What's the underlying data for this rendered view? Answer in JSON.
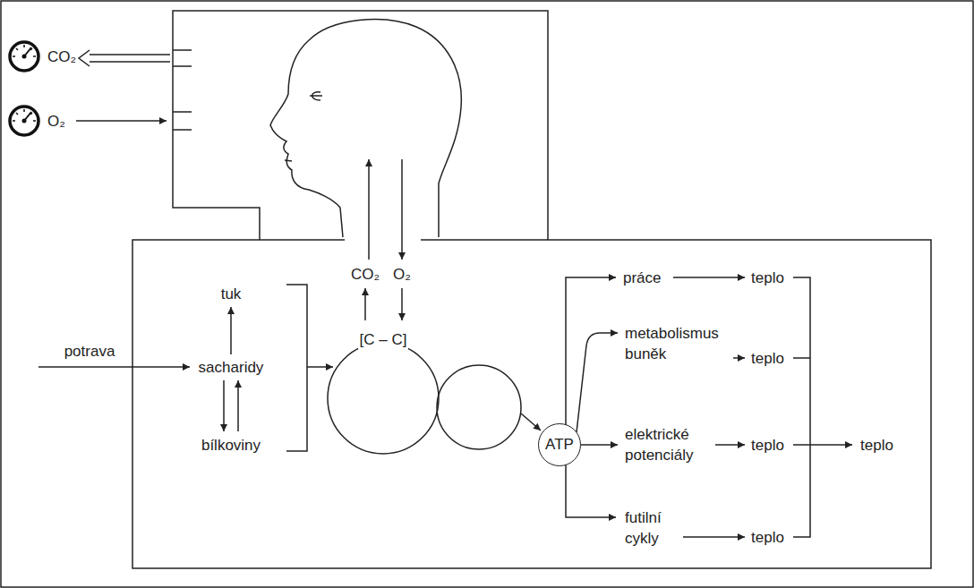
{
  "diagram": {
    "nodes": [
      {
        "text": [
          "[C – C]"
        ]
      },
      {
        "text": [
          "ATP"
        ]
      }
    ],
    "labels": [
      "CO₂",
      "O₂",
      "tuk",
      "sacharidy",
      "bílkoviny",
      "potrava",
      "CO₂",
      "O₂",
      "práce",
      "teplo",
      "metabolismus buněk",
      "teplo",
      "elektrické potenciály",
      "teplo",
      "futilní cykly",
      "teplo",
      "teplo"
    ]
  }
}
